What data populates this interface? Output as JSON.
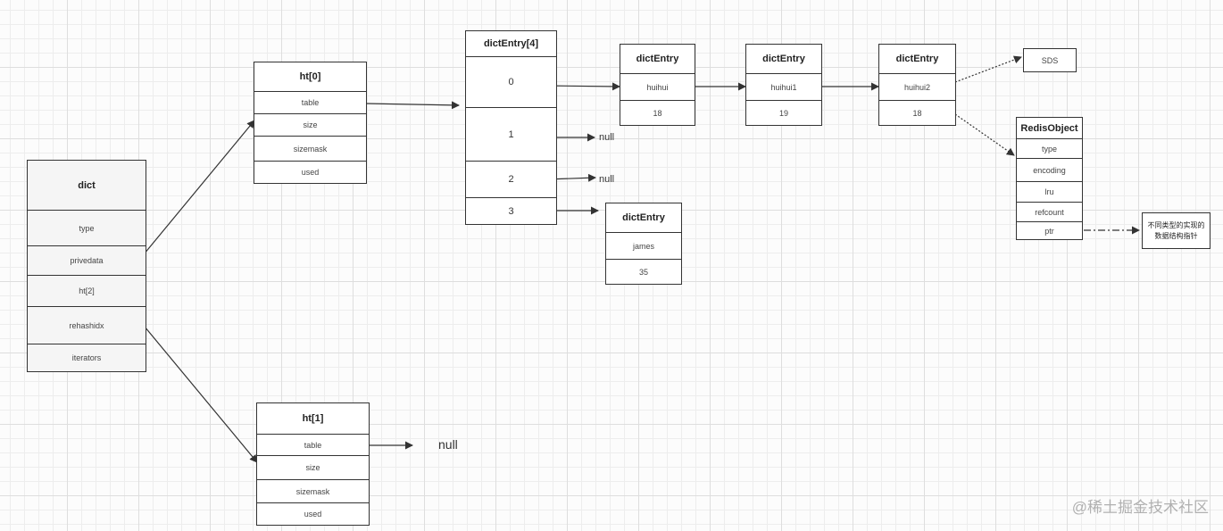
{
  "dict": {
    "title": "dict",
    "fields": [
      "type",
      "privedata",
      "ht[2]",
      "rehashidx",
      "iterators"
    ]
  },
  "ht0": {
    "title": "ht[0]",
    "fields": [
      "table",
      "size",
      "sizemask",
      "used"
    ]
  },
  "ht1": {
    "title": "ht[1]",
    "fields": [
      "table",
      "size",
      "sizemask",
      "used"
    ]
  },
  "buckets": {
    "title": "dictEntry[4]",
    "slots": [
      "0",
      "1",
      "2",
      "3"
    ]
  },
  "entries": [
    {
      "title": "dictEntry",
      "key": "huihui",
      "value": "18"
    },
    {
      "title": "dictEntry",
      "key": "huihui1",
      "value": "19"
    },
    {
      "title": "dictEntry",
      "key": "huihui2",
      "value": "18"
    },
    {
      "title": "dictEntry",
      "key": "james",
      "value": "35"
    }
  ],
  "nulls": {
    "slot1": "null",
    "slot2": "null",
    "ht1_table": "null"
  },
  "sds": "SDS",
  "redisObject": {
    "title": "RedisObject",
    "fields": [
      "type",
      "encoding",
      "lru",
      "refcount",
      "ptr"
    ]
  },
  "ptr_note": {
    "line1": "不同类型的实现的",
    "line2": "数据结构指针"
  },
  "watermark": "@稀土掘金技术社区"
}
